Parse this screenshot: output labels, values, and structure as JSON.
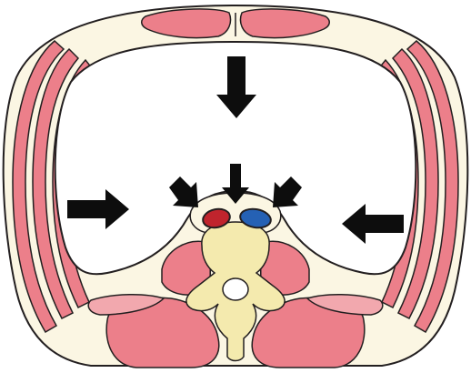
{
  "colors": {
    "outline": "#231f20",
    "tissue": "#fbf6e3",
    "muscle": "#ec7f8a",
    "muscle_light": "#f2a8ae",
    "bone": "#f4eaae",
    "artery": "#c0242d",
    "vein": "#2561b4",
    "arrow": "#0d0d0d",
    "cavity": "#ffffff"
  },
  "arrows": [
    {
      "name": "arrow-top",
      "direction": "down"
    },
    {
      "name": "arrow-left",
      "direction": "right"
    },
    {
      "name": "arrow-right",
      "direction": "left"
    },
    {
      "name": "arrow-posterior-left",
      "direction": "down-right"
    },
    {
      "name": "arrow-posterior-center",
      "direction": "down"
    },
    {
      "name": "arrow-posterior-right",
      "direction": "down-left"
    }
  ]
}
